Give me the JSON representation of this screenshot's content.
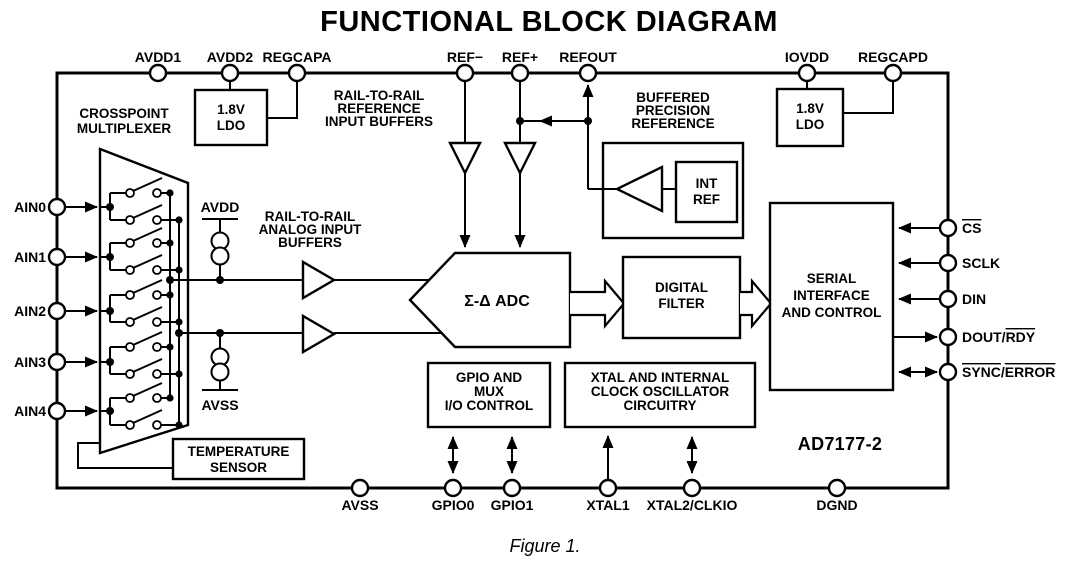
{
  "title": "FUNCTIONAL BLOCK DIAGRAM",
  "caption": "Figure 1.",
  "chip_name": "AD7177-2",
  "colors": {
    "line": "#000000",
    "background": "#ffffff",
    "text": "#000000"
  },
  "pins": {
    "top": [
      "AVDD1",
      "AVDD2",
      "REGCAPA",
      "REF−",
      "REF+",
      "REFOUT",
      "IOVDD",
      "REGCAPD"
    ],
    "bottom": [
      "AVSS",
      "GPIO0",
      "GPIO1",
      "XTAL1",
      "XTAL2/CLKIO",
      "DGND"
    ],
    "left": [
      "AIN0",
      "AIN1",
      "AIN2",
      "AIN3",
      "AIN4"
    ],
    "right": {
      "cs": "CS",
      "sclk": "SCLK",
      "din": "DIN",
      "dout_prefix": "DOUT/",
      "rdy": "RDY",
      "sync": "SYNC",
      "separator": "/",
      "error": "ERROR"
    }
  },
  "labels": {
    "crosspoint": [
      "CROSSPOINT",
      "MULTIPLEXER"
    ],
    "ldo": [
      "1.8V",
      "LDO"
    ],
    "ref_input_buffers": [
      "RAIL-TO-RAIL",
      "REFERENCE",
      "INPUT BUFFERS"
    ],
    "buffered_precision_reference": [
      "BUFFERED",
      "PRECISION",
      "REFERENCE"
    ],
    "int_ref": [
      "INT",
      "REF"
    ],
    "analog_input_buffers": [
      "RAIL-TO-RAIL",
      "ANALOG INPUT",
      "BUFFERS"
    ],
    "adc": "Σ-Δ ADC",
    "digital_filter": [
      "DIGITAL",
      "FILTER"
    ],
    "serial_interface": [
      "SERIAL",
      "INTERFACE",
      "AND CONTROL"
    ],
    "gpio_mux": [
      "GPIO AND",
      "MUX",
      "I/O CONTROL"
    ],
    "xtal_osc": [
      "XTAL AND INTERNAL",
      "CLOCK OSCILLATOR",
      "CIRCUITRY"
    ],
    "temperature_sensor": [
      "TEMPERATURE",
      "SENSOR"
    ],
    "avdd_rail": "AVDD",
    "avss_rail": "AVSS"
  }
}
